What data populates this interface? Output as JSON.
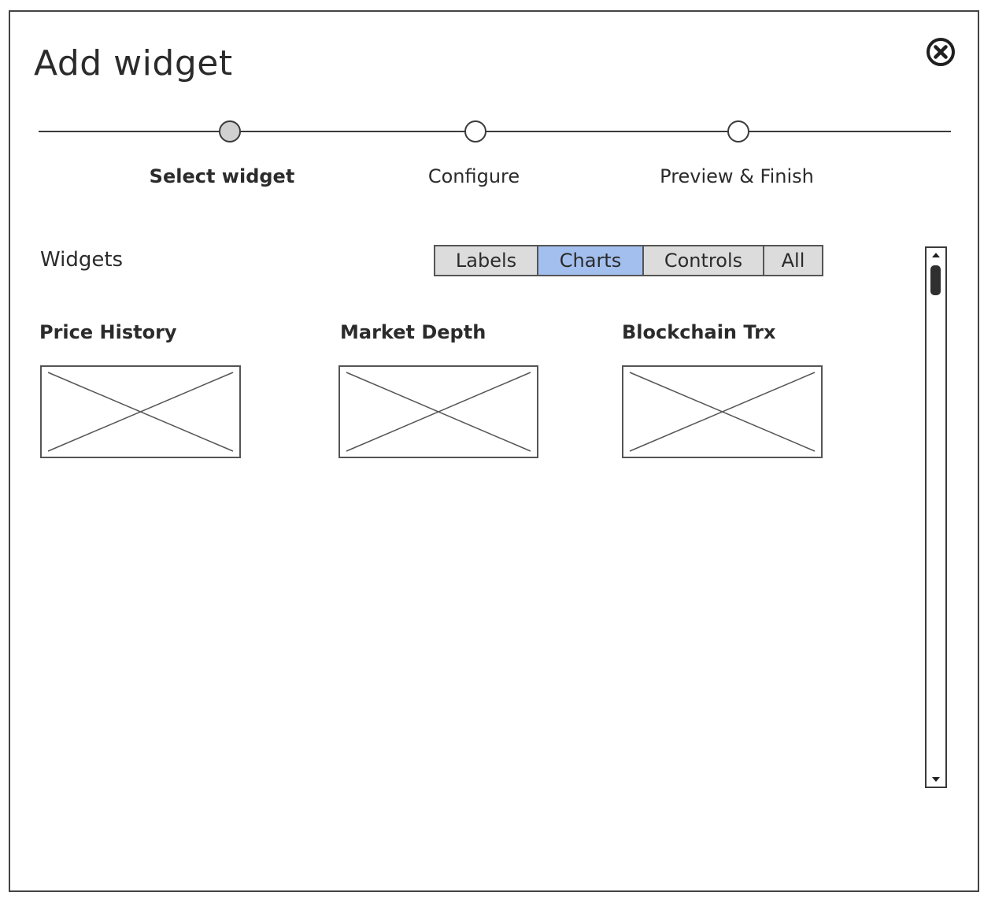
{
  "dialog": {
    "title": "Add widget",
    "close_icon": "close-circle-icon"
  },
  "wizard": {
    "steps": [
      {
        "label": "Select widget",
        "active": true
      },
      {
        "label": "Configure",
        "active": false
      },
      {
        "label": "Preview & Finish",
        "active": false
      }
    ]
  },
  "widgets_section": {
    "label": "Widgets",
    "filter_tabs": [
      {
        "label": "Labels",
        "selected": false
      },
      {
        "label": "Charts",
        "selected": true
      },
      {
        "label": "Controls",
        "selected": false
      },
      {
        "label": "All",
        "selected": false
      }
    ],
    "items": [
      {
        "title": "Price History",
        "thumbnail": "image-placeholder-icon"
      },
      {
        "title": "Market Depth",
        "thumbnail": "image-placeholder-icon"
      },
      {
        "title": "Blockchain Trx",
        "thumbnail": "image-placeholder-icon"
      }
    ]
  },
  "scrollbar": {
    "up_icon": "scroll-up-arrow-icon",
    "down_icon": "scroll-down-arrow-icon"
  },
  "colors": {
    "border": "#444444",
    "tab_default": "#dcdcdc",
    "tab_selected": "#a3bfee",
    "step_active": "#d0d0d0"
  }
}
